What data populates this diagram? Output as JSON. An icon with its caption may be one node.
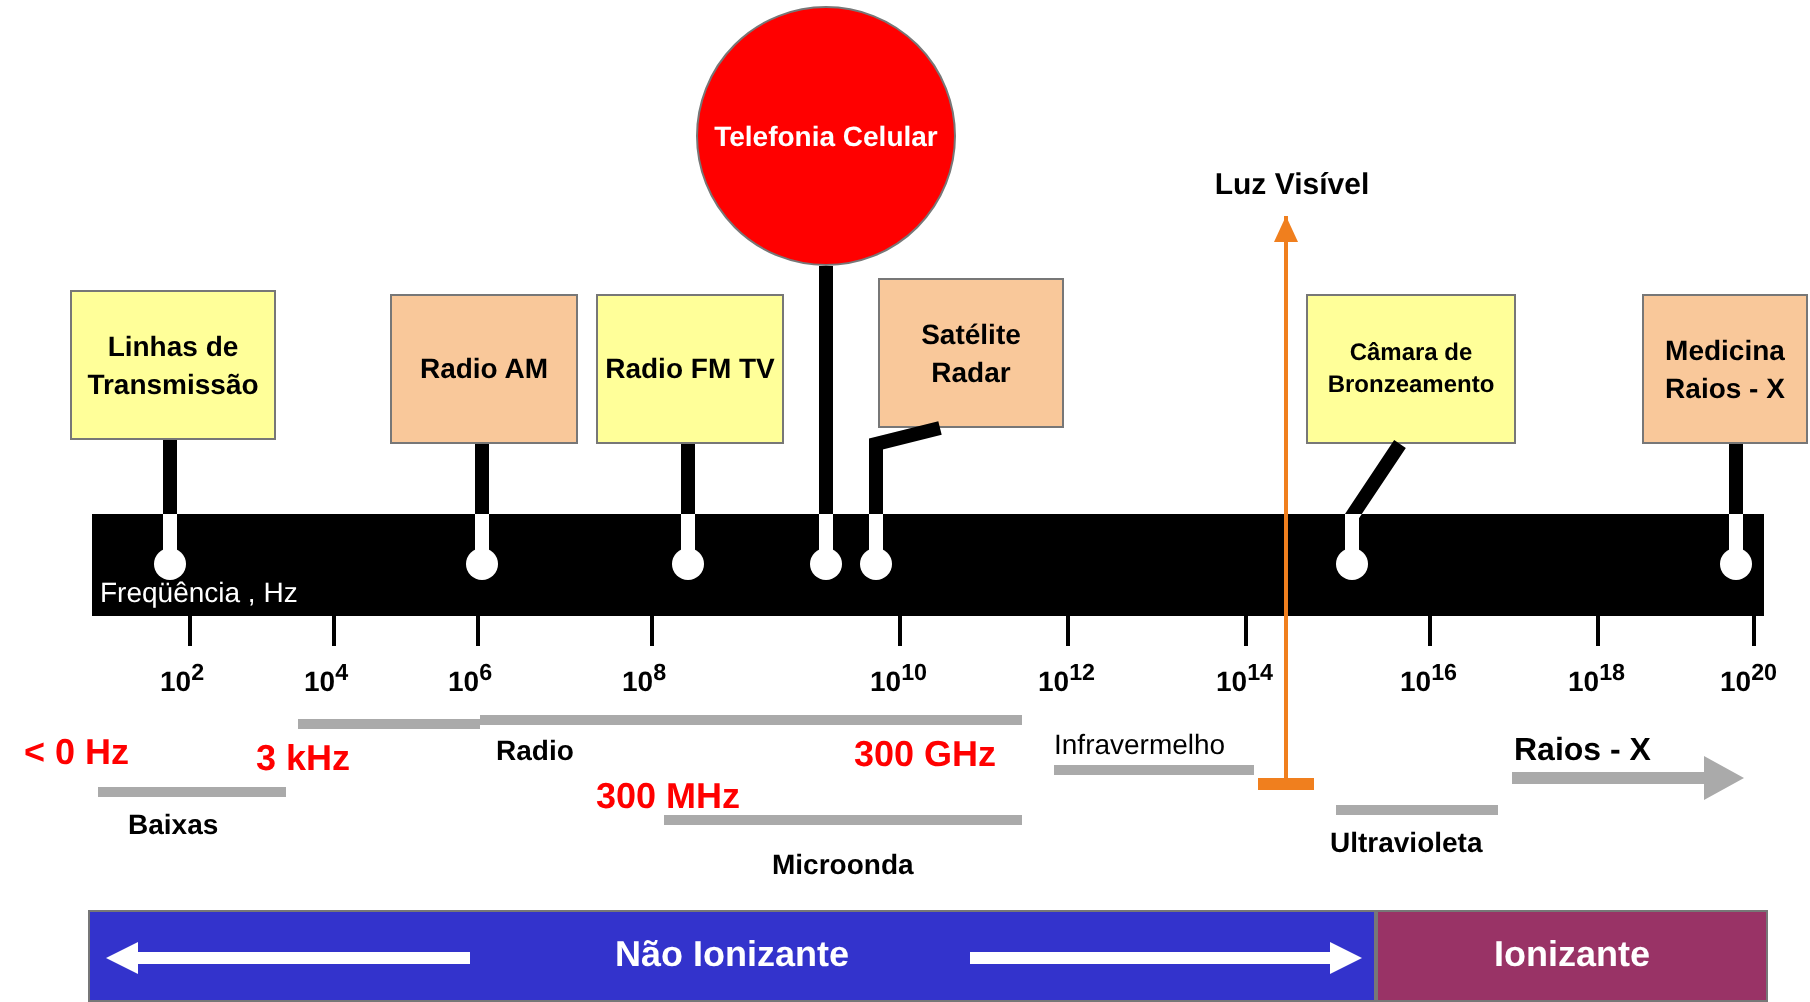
{
  "diagram": {
    "nodes": [
      {
        "text": [
          "Linhas de Transmissão"
        ]
      },
      {
        "text": [
          "Radio AM"
        ]
      },
      {
        "text": [
          "Radio FM TV"
        ]
      },
      {
        "text": [
          "Telefonia Celular"
        ]
      },
      {
        "text": [
          "Satélite Radar"
        ]
      },
      {
        "text": [
          "Luz Visível"
        ]
      },
      {
        "text": [
          "Câmara de Bronzeamento"
        ]
      },
      {
        "text": [
          "Medicina Raios - X"
        ]
      },
      {
        "text": [
          "Freqüência , Hz"
        ]
      },
      {
        "text": [
          "Não Ionizante"
        ]
      },
      {
        "text": [
          "Ionizante"
        ]
      }
    ],
    "edges": [
      {
        "from": 0,
        "to": 8,
        "arrow": "other"
      },
      {
        "from": 1,
        "to": 8,
        "arrow": "other"
      },
      {
        "from": 2,
        "to": 8,
        "arrow": "other"
      },
      {
        "from": 3,
        "to": 8,
        "arrow": "other"
      },
      {
        "from": 4,
        "to": 8,
        "arrow": "other"
      },
      {
        "from": 6,
        "to": 8,
        "arrow": "other"
      },
      {
        "from": 7,
        "to": 8,
        "arrow": "other"
      },
      {
        "from": null,
        "to": 5,
        "arrow": "to",
        "color": "#f07f1e"
      }
    ],
    "labels": [
      "10$^{2}$",
      "10$^{4}$",
      "10$^{6}$",
      "10$^{8}$",
      "10$^{10}$",
      "10$^{12}$",
      "10$^{14}$",
      "10$^{16}$",
      "10$^{18}$",
      "10$^{20}$",
      "< 0 Hz",
      "3 kHz",
      "Radio",
      "300 GHz",
      "Infravermelho",
      "Raios - X",
      "300 MHz",
      "Baixas",
      "Ultravioleta",
      "Microonda"
    ]
  }
}
